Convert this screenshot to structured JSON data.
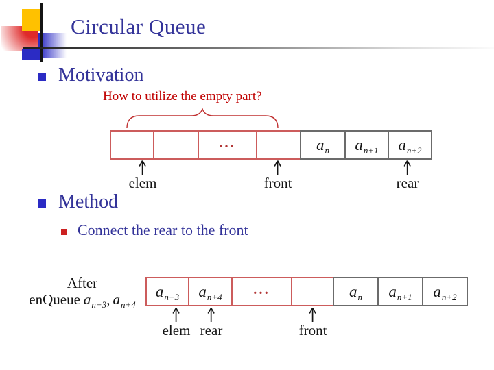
{
  "title": "Circular Queue",
  "bullets": {
    "motivation": "Motivation",
    "method": "Method",
    "method_sub": "Connect the rear to the front"
  },
  "question": "How to utilize the empty part?",
  "after_note": {
    "line1": "After",
    "prefix": "enQueue",
    "arg1": {
      "base": "a",
      "sub": "n+3"
    },
    "separator": ",",
    "arg2": {
      "base": "a",
      "sub": "n+4"
    }
  },
  "diagram_initial": {
    "cells": [
      {
        "base": "",
        "sub": "",
        "type": "empty-red"
      },
      {
        "base": "",
        "sub": "",
        "type": "empty-red"
      },
      {
        "dots": "...",
        "type": "dots-red"
      },
      {
        "base": "",
        "sub": "",
        "type": "empty-red"
      },
      {
        "base": "a",
        "sub": "n",
        "type": "filled-gray"
      },
      {
        "base": "a",
        "sub": "n+1",
        "type": "filled-gray"
      },
      {
        "base": "a",
        "sub": "n+2",
        "type": "filled-gray"
      }
    ],
    "pointers": [
      {
        "label": "elem"
      },
      {
        "label": "front"
      },
      {
        "label": "rear"
      }
    ]
  },
  "diagram_after": {
    "cells": [
      {
        "base": "a",
        "sub": "n+3",
        "type": "filled-red"
      },
      {
        "base": "a",
        "sub": "n+4",
        "type": "filled-red"
      },
      {
        "dots": "...",
        "type": "dots-red"
      },
      {
        "base": "",
        "sub": "",
        "type": "empty-red"
      },
      {
        "base": "a",
        "sub": "n",
        "type": "filled-gray"
      },
      {
        "base": "a",
        "sub": "n+1",
        "type": "filled-gray"
      },
      {
        "base": "a",
        "sub": "n+2",
        "type": "filled-gray"
      }
    ],
    "pointers": [
      {
        "label": "elem"
      },
      {
        "label": "rear"
      },
      {
        "label": "front"
      }
    ]
  },
  "colors": {
    "heading_text": "#333399",
    "body_text": "#333399",
    "highlight_red": "#c00000",
    "queue_red_border": "#cc5c5c",
    "queue_gray_border": "#6b6b6b",
    "bullet_blue": "#2b2bc4",
    "bullet_red": "#cc2121",
    "diagram_text": "#141414"
  }
}
